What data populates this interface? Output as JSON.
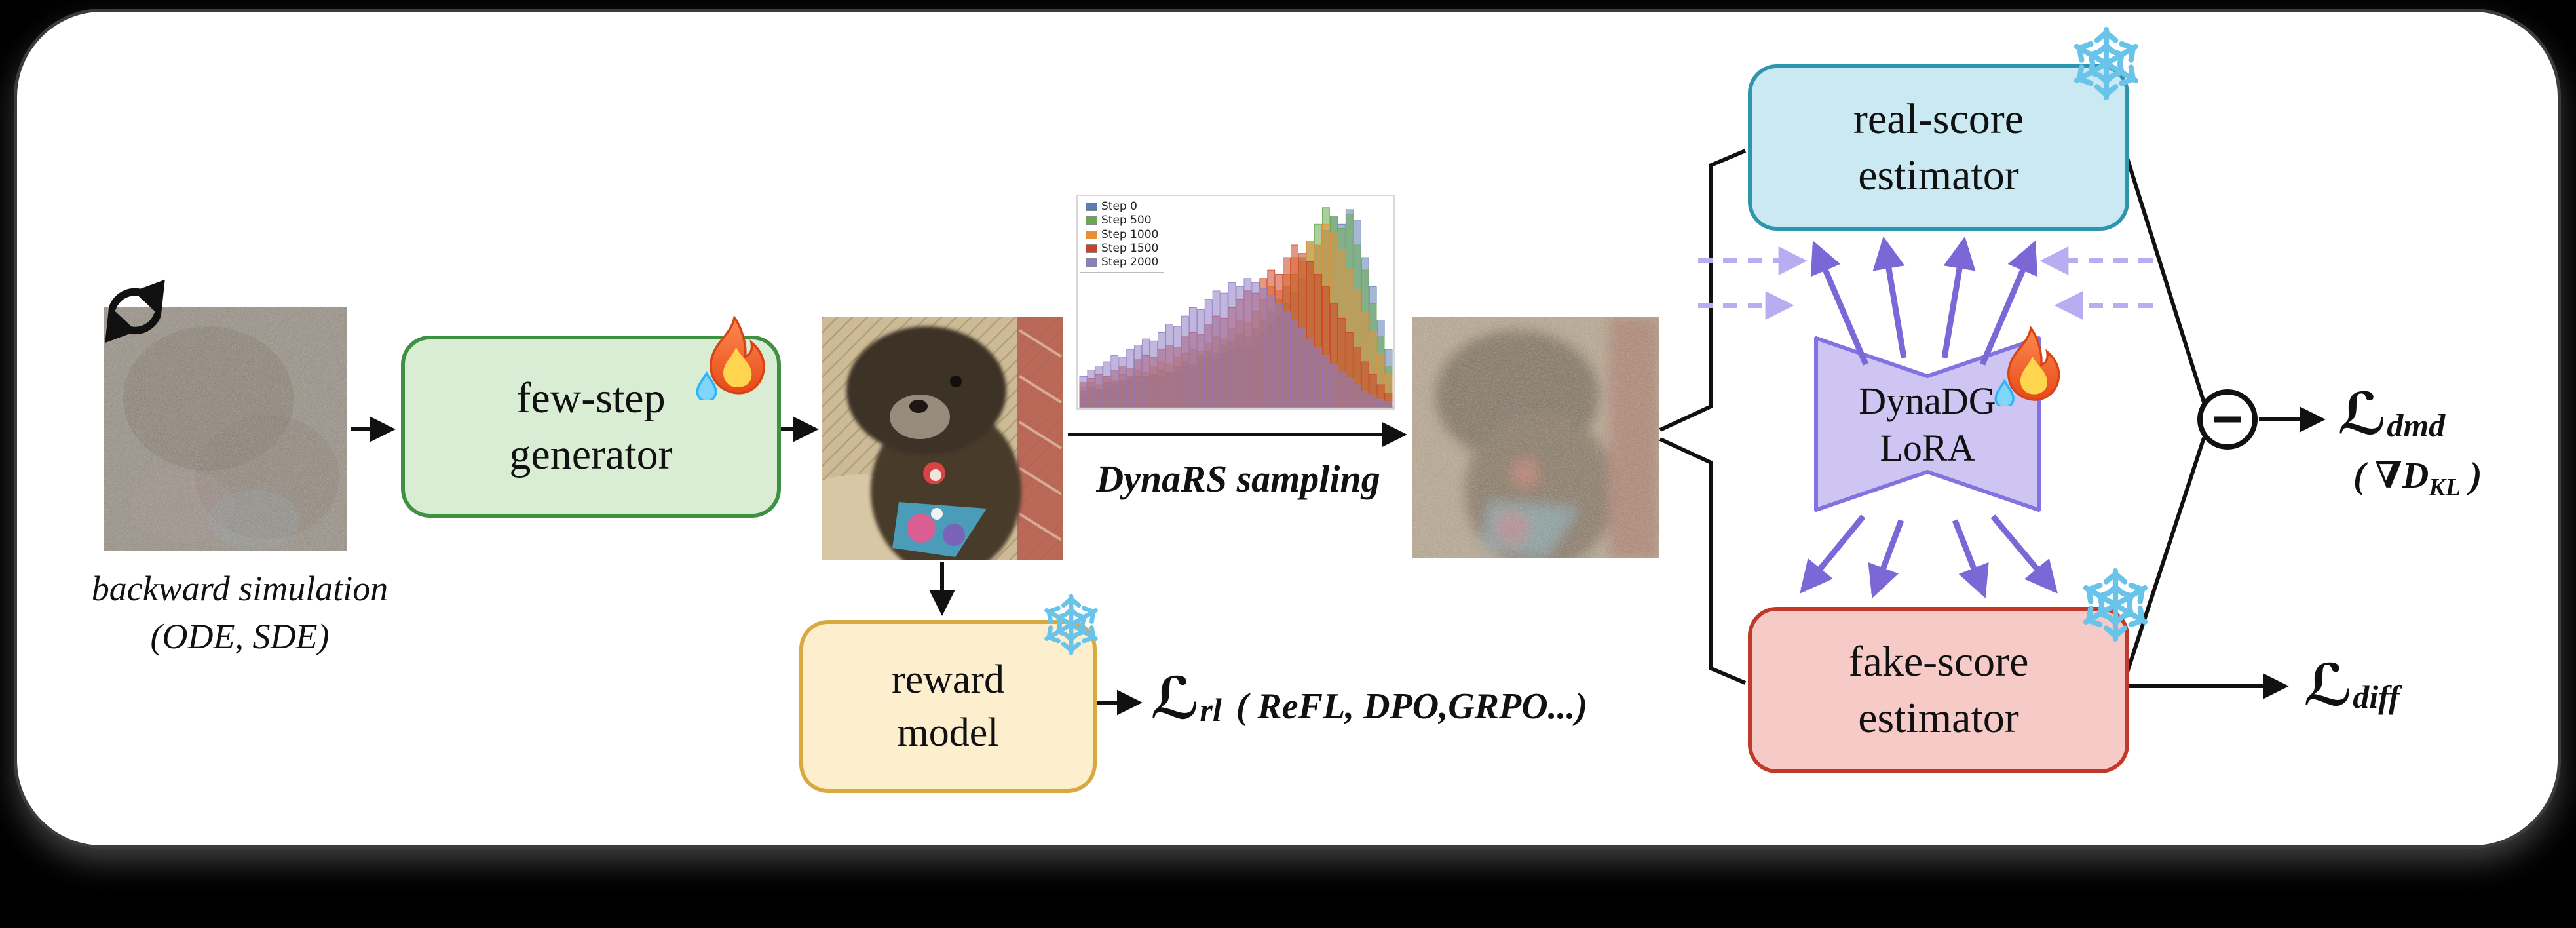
{
  "figure": {
    "backward": {
      "caption1": "backward simulation",
      "caption2": "(ODE, SDE)"
    },
    "generator": {
      "line1": "few-step",
      "line2": "generator",
      "fill": "#d9ecd4",
      "border": "#3f9142"
    },
    "reward": {
      "line1": "reward",
      "line2": "model",
      "fill": "#fdeecd",
      "border": "#d9a93f"
    },
    "real_score": {
      "line1": "real-score",
      "line2": "estimator",
      "fill": "#cbe9f2",
      "border": "#2d96ae"
    },
    "fake_score": {
      "line1": "fake-score",
      "line2": "estimator",
      "fill": "#f6cbc7",
      "border": "#c0392b"
    },
    "lora": {
      "line1": "DynaDG",
      "line2": "LoRA",
      "fill": "#cec5f3",
      "border": "#8273e0",
      "arrow_color": "#7b68d6",
      "dashed_arrow_color": "#b9adf1"
    },
    "sampling_label": "DynaRS sampling",
    "losses": {
      "rl": {
        "symbol": "ℒ",
        "sub": "rl",
        "annotation": "( ReFL, DPO,GRPO...)"
      },
      "dmd": {
        "symbol": "ℒ",
        "sub": "dmd",
        "ann_open": "( ∇D",
        "ann_sub": "KL",
        "ann_close": " )"
      },
      "diff": {
        "symbol": "ℒ",
        "sub": "diff"
      }
    },
    "icons": {
      "trainable": "fire-icon",
      "frozen": "snowflake-icon",
      "cycle": "backward-cycle-icon",
      "difference": "minus-circle"
    }
  },
  "chart_data": {
    "type": "bar",
    "title": "",
    "xlabel": "",
    "ylabel": "",
    "legend_position": "upper left",
    "grid": false,
    "bins": 40,
    "ylim": [
      0,
      100
    ],
    "series": [
      {
        "name": "Step 0",
        "color": "#5a7db5",
        "values": [
          8,
          10,
          9,
          12,
          11,
          13,
          14,
          12,
          15,
          16,
          15,
          17,
          18,
          20,
          19,
          22,
          24,
          23,
          26,
          28,
          30,
          29,
          33,
          36,
          40,
          44,
          50,
          55,
          62,
          70,
          78,
          85,
          92,
          88,
          95,
          90,
          72,
          58,
          42,
          28
        ]
      },
      {
        "name": "Step 500",
        "color": "#6aa84f",
        "values": [
          6,
          8,
          9,
          10,
          12,
          11,
          13,
          15,
          14,
          16,
          18,
          17,
          20,
          22,
          21,
          25,
          27,
          26,
          30,
          32,
          35,
          34,
          38,
          42,
          46,
          52,
          58,
          64,
          72,
          80,
          88,
          96,
          92,
          86,
          93,
          78,
          66,
          50,
          34,
          20
        ]
      },
      {
        "name": "Step 1000",
        "color": "#e69138",
        "values": [
          10,
          12,
          11,
          14,
          13,
          16,
          15,
          18,
          17,
          20,
          22,
          21,
          24,
          26,
          28,
          27,
          31,
          34,
          33,
          38,
          42,
          41,
          46,
          52,
          58,
          56,
          64,
          72,
          70,
          80,
          78,
          88,
          84,
          76,
          66,
          56,
          46,
          36,
          26,
          16
        ]
      },
      {
        "name": "Step 1500",
        "color": "#cc4125",
        "values": [
          12,
          14,
          16,
          15,
          18,
          20,
          19,
          23,
          25,
          24,
          28,
          30,
          29,
          34,
          36,
          35,
          40,
          44,
          43,
          48,
          52,
          56,
          55,
          62,
          66,
          64,
          72,
          78,
          74,
          70,
          64,
          58,
          50,
          43,
          36,
          29,
          22,
          16,
          11,
          7
        ]
      },
      {
        "name": "Step 2000",
        "color": "#8e7cc3",
        "values": [
          15,
          18,
          20,
          22,
          25,
          24,
          28,
          30,
          33,
          32,
          36,
          40,
          39,
          44,
          48,
          47,
          52,
          56,
          55,
          60,
          58,
          62,
          60,
          57,
          54,
          50,
          46,
          42,
          38,
          33,
          29,
          25,
          21,
          17,
          14,
          11,
          8,
          6,
          4,
          3
        ]
      }
    ]
  }
}
